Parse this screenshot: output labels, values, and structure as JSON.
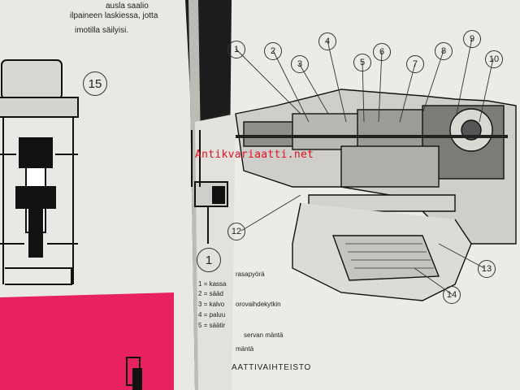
{
  "photo": {
    "description_free": true,
    "left_page_text": [
      "ausla saalio",
      "ilpaineen laskiessa, jotta",
      "imotilla säilyisi."
    ],
    "diagram_callouts": [
      "1",
      "2",
      "3",
      "4",
      "5",
      "6",
      "7",
      "8",
      "9",
      "10",
      "12",
      "13",
      "14"
    ],
    "left_callouts": [
      "15",
      "1"
    ],
    "legend": [
      {
        "num": "1",
        "text": "= kassa"
      },
      {
        "num": "2",
        "text": "= sääd"
      },
      {
        "num": "3",
        "text": "= kalvo"
      },
      {
        "num": "4",
        "text": "= paluu"
      },
      {
        "num": "5",
        "text": "= säätir"
      }
    ],
    "right_notes": [
      "rasapyörä",
      "orovaihdekytkin",
      "servan mäntä",
      "mäntä"
    ],
    "caption": "AATTIVAIHTEISTO",
    "watermark": "Antikvariaatti.net",
    "colors": {
      "magenta": "#e8225e",
      "watermark": "#e0101e",
      "paper": "#ecebe6"
    }
  }
}
